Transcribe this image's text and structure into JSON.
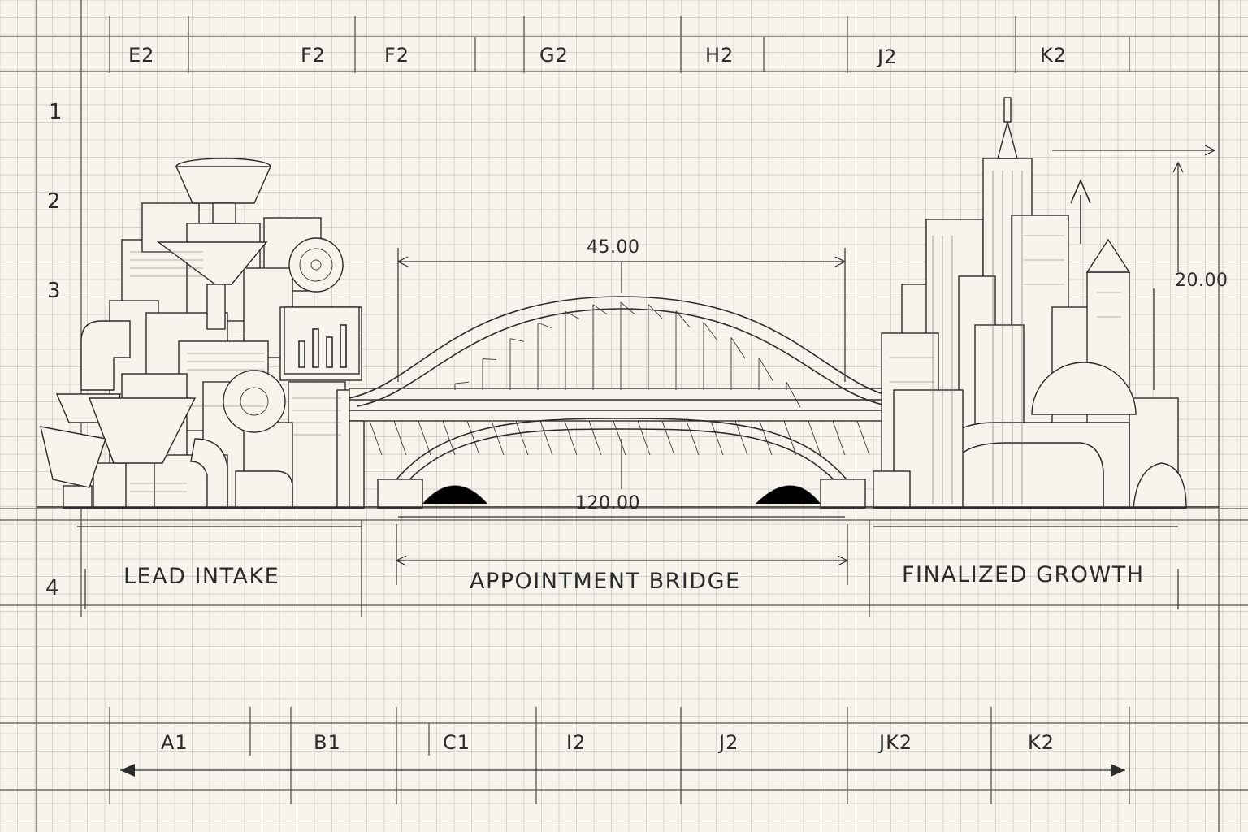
{
  "top_columns": [
    "E2",
    "F2",
    "F2",
    "G2",
    "H2",
    "J2",
    "K2"
  ],
  "row_labels": [
    "1",
    "2",
    "3",
    "4"
  ],
  "dimensions": {
    "arch_span": "45.00",
    "bridge_length": "120.00",
    "tower_height": "20.00"
  },
  "zones": {
    "left": "LEAD INTAKE",
    "center": "APPOINTMENT BRIDGE",
    "right": "FINALIZED GROWTH"
  },
  "bottom_columns": [
    "A1",
    "B1",
    "C1",
    "I2",
    "J2",
    "JK2",
    "K2"
  ],
  "colors": {
    "paper": "#f6f4ec",
    "ink": "#2b2b2b",
    "grid": "#c9c7bf"
  }
}
